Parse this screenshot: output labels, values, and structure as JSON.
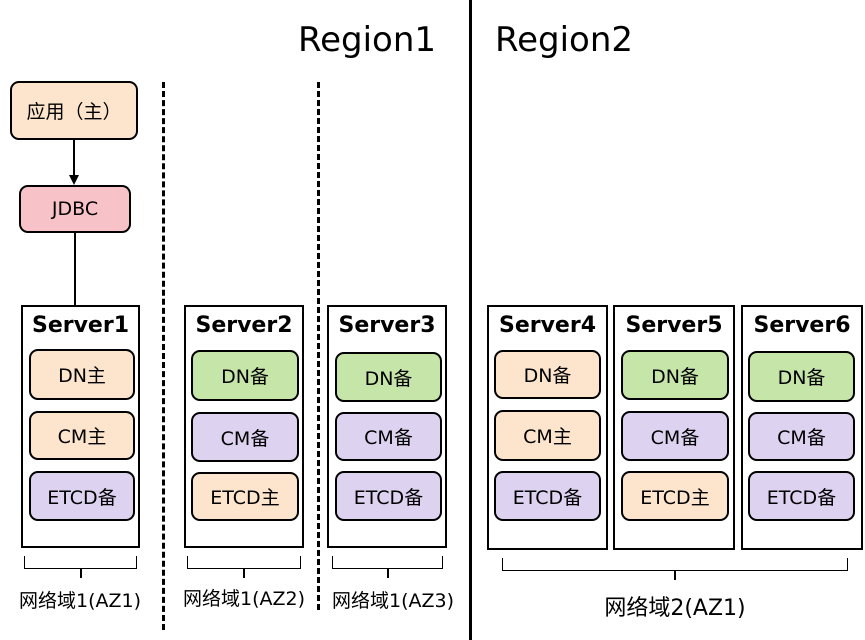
{
  "regions": {
    "region1": "Region1",
    "region2": "Region2"
  },
  "app": {
    "label": "应用（主）"
  },
  "jdbc": {
    "label": "JDBC"
  },
  "servers": [
    {
      "name": "Server1",
      "dn": "DN主",
      "cm": "CM主",
      "etcd": "ETCD备"
    },
    {
      "name": "Server2",
      "dn": "DN备",
      "cm": "CM备",
      "etcd": "ETCD主"
    },
    {
      "name": "Server3",
      "dn": "DN备",
      "cm": "CM备",
      "etcd": "ETCD备"
    },
    {
      "name": "Server4",
      "dn": "DN备",
      "cm": "CM主",
      "etcd": "ETCD备"
    },
    {
      "name": "Server5",
      "dn": "DN备",
      "cm": "CM备",
      "etcd": "ETCD主"
    },
    {
      "name": "Server6",
      "dn": "DN备",
      "cm": "CM备",
      "etcd": "ETCD备"
    }
  ],
  "zones": [
    "网络域1(AZ1)",
    "网络域1(AZ2)",
    "网络域1(AZ3)",
    "网络域2(AZ1)"
  ],
  "colors": {
    "primary": "#fde4cc",
    "standby_dn": "#c6e5a9",
    "standby": "#ddd2f0",
    "jdbc": "#f8c3c8"
  }
}
